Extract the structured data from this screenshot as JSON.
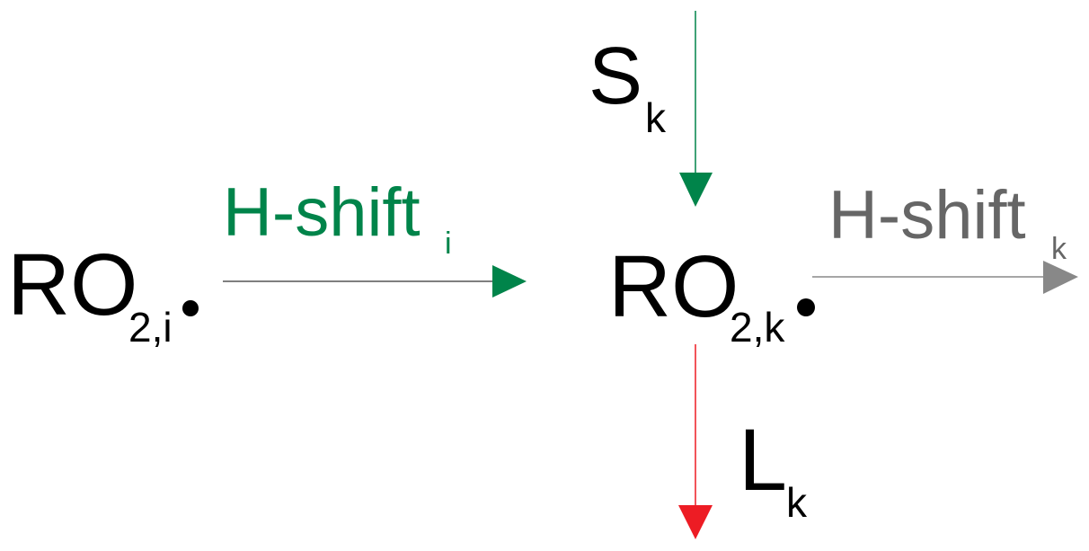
{
  "colors": {
    "green": "#00844a",
    "gray": "#666666",
    "gray_arrow": "#888888",
    "red": "#ed1c24",
    "black": "#000000"
  },
  "nodes": {
    "source": {
      "main": "RO",
      "sub": "2,i",
      "radical": "•"
    },
    "target": {
      "main": "RO",
      "sub": "2,k",
      "radical": "•"
    }
  },
  "labels": {
    "h_shift_in": {
      "main": "H-shift",
      "sub": "i"
    },
    "h_shift_out": {
      "main": "H-shift",
      "sub": "k"
    },
    "source_term": {
      "main": "S",
      "sub": "k"
    },
    "loss_term": {
      "main": "L",
      "sub": "k"
    }
  }
}
